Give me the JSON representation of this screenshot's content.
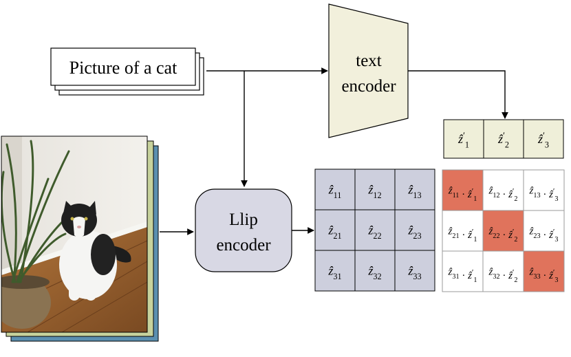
{
  "prompt": {
    "text": "Picture of a cat"
  },
  "text_encoder": {
    "line1": "text",
    "line2": "encoder"
  },
  "llip_encoder": {
    "line1": "Llip",
    "line2": "encoder"
  },
  "text_embeddings": [
    "z'_1",
    "z'_2",
    "z'_3"
  ],
  "image_embeddings": [
    [
      "z_11",
      "z_12",
      "z_13"
    ],
    [
      "z_21",
      "z_22",
      "z_23"
    ],
    [
      "z_31",
      "z_32",
      "z_33"
    ]
  ],
  "similarity_matrix": [
    [
      "z_11 · z'_1",
      "z_12 · z'_2",
      "z_13 · z'_3"
    ],
    [
      "z_21 · z'_1",
      "z_22 · z'_2",
      "z_23 · z'_3"
    ],
    [
      "z_31 · z'_1",
      "z_32 · z'_2",
      "z_33 · z'_3"
    ]
  ],
  "highlighted_cells": [
    [
      0,
      0
    ],
    [
      1,
      1
    ],
    [
      2,
      2
    ]
  ],
  "colors": {
    "text_encoder_fill": "#f2f0dc",
    "llip_encoder_fill": "#d8d8e4",
    "image_grid_fill": "#cdcfdd",
    "text_row_fill": "#efefd9",
    "highlight_fill": "#e0735c",
    "stack_back": "#5b8fb0",
    "stack_mid": "#c7d29c"
  },
  "icons": {
    "photo": "cat-photo"
  }
}
